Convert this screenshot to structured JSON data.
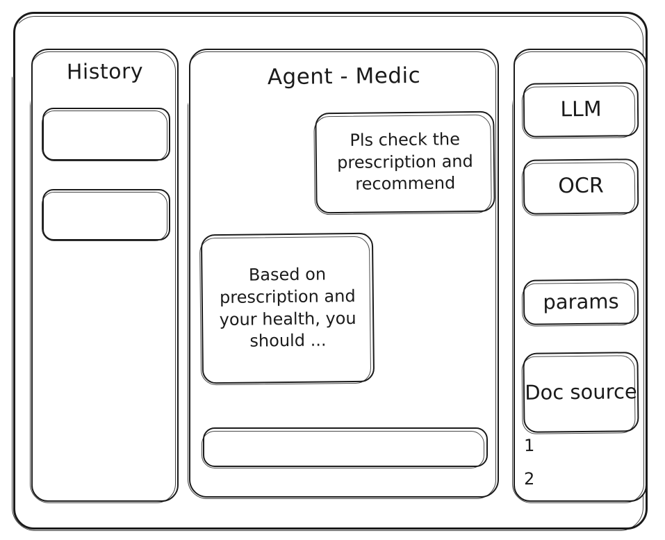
{
  "window": {
    "name": "agent-wireframe"
  },
  "history_panel": {
    "title": "History",
    "items": [
      {
        "label": ""
      },
      {
        "label": ""
      }
    ]
  },
  "agent_panel": {
    "title": "Agent - Medic",
    "messages": [
      {
        "role": "user",
        "text": "Pls check the prescription and recommend"
      },
      {
        "role": "assistant",
        "text": "Based on prescription and your health, you should ..."
      }
    ],
    "composer": {
      "value": "",
      "placeholder": ""
    }
  },
  "tools_panel": {
    "buttons": [
      {
        "label": "LLM"
      },
      {
        "label": "OCR"
      },
      {
        "label": "params"
      }
    ],
    "doc_source": {
      "label": "Doc source",
      "items": [
        "1",
        "2"
      ]
    }
  },
  "colors": {
    "stroke": "#1a1a1a",
    "background": "#ffffff"
  }
}
